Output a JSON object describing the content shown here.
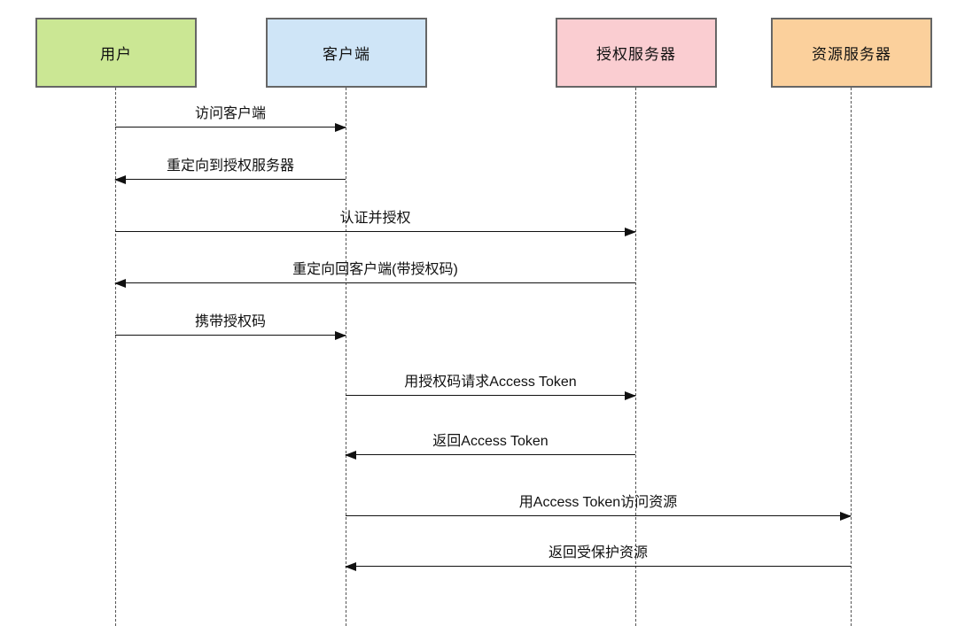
{
  "diagram": {
    "type": "sequence-diagram",
    "background": "#ffffff",
    "border_color": "#666666",
    "lifeline_color": "#555555",
    "arrow_color": "#111111",
    "actors": [
      {
        "label": "用户",
        "fill": "#cbe794"
      },
      {
        "label": "客户端",
        "fill": "#cfe5f7"
      },
      {
        "label": "授权服务器",
        "fill": "#facdd1"
      },
      {
        "label": "资源服务器",
        "fill": "#fbd09c"
      }
    ],
    "messages": [
      {
        "seq": 1,
        "label": "访问客户端",
        "from": "用户",
        "to": "客户端"
      },
      {
        "seq": 2,
        "label": "重定向到授权服务器",
        "from": "客户端",
        "to": "用户"
      },
      {
        "seq": 3,
        "label": "认证并授权",
        "from": "用户",
        "to": "授权服务器"
      },
      {
        "seq": 4,
        "label": "重定向回客户端(带授权码)",
        "from": "授权服务器",
        "to": "用户"
      },
      {
        "seq": 5,
        "label": "携带授权码",
        "from": "用户",
        "to": "客户端"
      },
      {
        "seq": 6,
        "label": "用授权码请求Access Token",
        "from": "客户端",
        "to": "授权服务器"
      },
      {
        "seq": 7,
        "label": "返回Access Token",
        "from": "授权服务器",
        "to": "客户端"
      },
      {
        "seq": 8,
        "label": "用Access Token访问资源",
        "from": "客户端",
        "to": "资源服务器"
      },
      {
        "seq": 9,
        "label": "返回受保护资源",
        "from": "资源服务器",
        "to": "客户端"
      }
    ]
  }
}
